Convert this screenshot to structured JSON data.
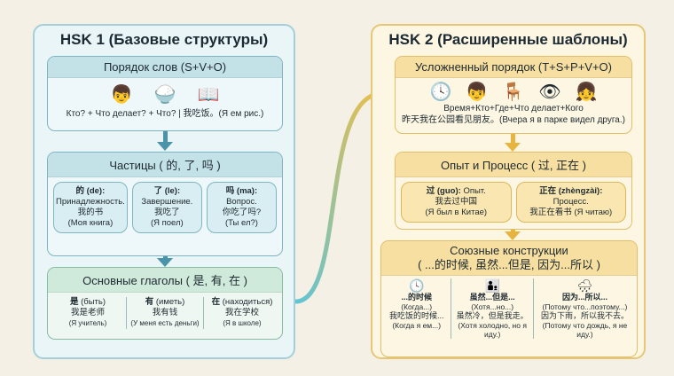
{
  "hsk1": {
    "title": "HSK 1 (Базовые структуры)",
    "word_order": {
      "title": "Порядок слов (S+V+O)",
      "icons": [
        "person-icon",
        "rice-bowl-icon",
        "book-icon"
      ],
      "text": "Кто? + Что делает? + Что? | 我吃饭。(Я ем рис.)"
    },
    "particles": {
      "title": "Частицы ( 的, 了, 吗 )",
      "items": [
        {
          "head": "的 (de):",
          "desc": "Принадлежность.",
          "zh": "我的书",
          "ru": "(Моя книга)"
        },
        {
          "head": "了 (le):",
          "desc": "Завершение.",
          "zh": "我吃了",
          "ru": "(Я поел)"
        },
        {
          "head": "吗 (ma):",
          "desc": "Вопрос.",
          "zh": "你吃了吗?",
          "ru": "(Ты ел?)"
        }
      ]
    },
    "verbs": {
      "title": "Основные глаголы ( 是, 有, 在 )",
      "items": [
        {
          "zh_head": "是",
          "head": "(быть)",
          "zh": "我是老师",
          "ru": "(Я учитель)"
        },
        {
          "zh_head": "有",
          "head": "(иметь)",
          "zh": "我有钱",
          "ru": "(У меня есть деньги)"
        },
        {
          "zh_head": "在",
          "head": "(находиться)",
          "zh": "我在学校",
          "ru": "(Я в школе)"
        }
      ]
    }
  },
  "hsk2": {
    "title": "HSK 2 (Расширенные шаблоны)",
    "complex_order": {
      "title": "Усложненный порядок (T+S+P+V+O)",
      "icons": [
        "clock-icon",
        "person-icon",
        "bench-icon",
        "eye-icon",
        "girl-icon"
      ],
      "formula": "Время+Кто+Где+Что делает+Кого",
      "zh": "昨天我在公园看见朋友。",
      "ru": "(Вчера я в парке видел друга.)"
    },
    "experience": {
      "title": "Опыт и Процесс ( 过, 正在 )",
      "items": [
        {
          "head": "过 (guo):",
          "desc": "Опыт.",
          "zh": "我去过中国",
          "ru": "(Я был в Китае)"
        },
        {
          "head": "正在 (zhèngzài):",
          "desc": "Процесс.",
          "zh": "我正在看书",
          "ru": "(Я читаю)"
        }
      ]
    },
    "conj": {
      "title": "Союзные конструкции",
      "subtitle": "( ...的时候, 虽然...但是, 因为...所以 )",
      "items": [
        {
          "icon": "clock-icon",
          "head": "...的时候",
          "meaning": "(Когда...)",
          "zh": "我吃饭的时候...",
          "ru": "(Когда я ем...)"
        },
        {
          "icon": "people-icon",
          "head": "虽然...但是...",
          "meaning": "(Хотя...но...)",
          "zh": "虽然冷，但是我走。",
          "ru": "(Хотя холодно, но я иду.)"
        },
        {
          "icon": "rain-cloud-icon",
          "head": "因为...所以...",
          "meaning": "(Потому что...поэтому...)",
          "zh": "因为下雨，所以我不去。",
          "ru": "(Потому что дождь, я не иду.)"
        }
      ]
    }
  },
  "colors": {
    "teal": "#4a93a8",
    "gold": "#e7b53f"
  }
}
